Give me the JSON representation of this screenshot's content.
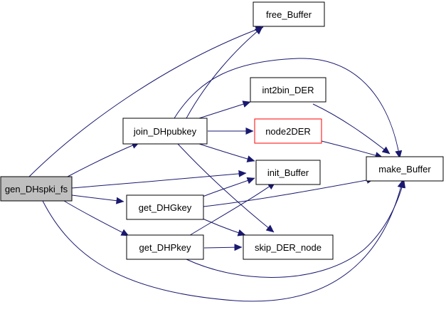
{
  "colors": {
    "edge": "#191970",
    "arrowhead": "#191970",
    "node_border": "#000000",
    "node_fill": "#ffffff",
    "focus_fill": "#bfbfbf",
    "alert_border": "#ff0000"
  },
  "graph": {
    "nodes": {
      "gen_DHspki_fs": {
        "label": "gen_DHspki_fs",
        "style": "focus"
      },
      "free_Buffer": {
        "label": "free_Buffer",
        "style": "normal"
      },
      "join_DHpubkey": {
        "label": "join_DHpubkey",
        "style": "normal"
      },
      "int2bin_DER": {
        "label": "int2bin_DER",
        "style": "normal"
      },
      "node2DER": {
        "label": "node2DER",
        "style": "alert"
      },
      "make_Buffer": {
        "label": "make_Buffer",
        "style": "normal"
      },
      "init_Buffer": {
        "label": "init_Buffer",
        "style": "normal"
      },
      "get_DHGkey": {
        "label": "get_DHGkey",
        "style": "normal"
      },
      "get_DHPkey": {
        "label": "get_DHPkey",
        "style": "normal"
      },
      "skip_DER_node": {
        "label": "skip_DER_node",
        "style": "normal"
      }
    },
    "edges": [
      {
        "from": "gen_DHspki_fs",
        "to": "free_Buffer"
      },
      {
        "from": "gen_DHspki_fs",
        "to": "join_DHpubkey"
      },
      {
        "from": "gen_DHspki_fs",
        "to": "init_Buffer"
      },
      {
        "from": "gen_DHspki_fs",
        "to": "get_DHGkey"
      },
      {
        "from": "gen_DHspki_fs",
        "to": "get_DHPkey"
      },
      {
        "from": "gen_DHspki_fs",
        "to": "make_Buffer"
      },
      {
        "from": "join_DHpubkey",
        "to": "free_Buffer"
      },
      {
        "from": "join_DHpubkey",
        "to": "int2bin_DER"
      },
      {
        "from": "join_DHpubkey",
        "to": "node2DER"
      },
      {
        "from": "join_DHpubkey",
        "to": "make_Buffer"
      },
      {
        "from": "join_DHpubkey",
        "to": "init_Buffer"
      },
      {
        "from": "join_DHpubkey",
        "to": "skip_DER_node"
      },
      {
        "from": "int2bin_DER",
        "to": "make_Buffer"
      },
      {
        "from": "node2DER",
        "to": "make_Buffer"
      },
      {
        "from": "get_DHGkey",
        "to": "init_Buffer"
      },
      {
        "from": "get_DHGkey",
        "to": "make_Buffer"
      },
      {
        "from": "get_DHGkey",
        "to": "skip_DER_node"
      },
      {
        "from": "get_DHPkey",
        "to": "init_Buffer"
      },
      {
        "from": "get_DHPkey",
        "to": "skip_DER_node"
      },
      {
        "from": "get_DHPkey",
        "to": "make_Buffer"
      }
    ]
  }
}
